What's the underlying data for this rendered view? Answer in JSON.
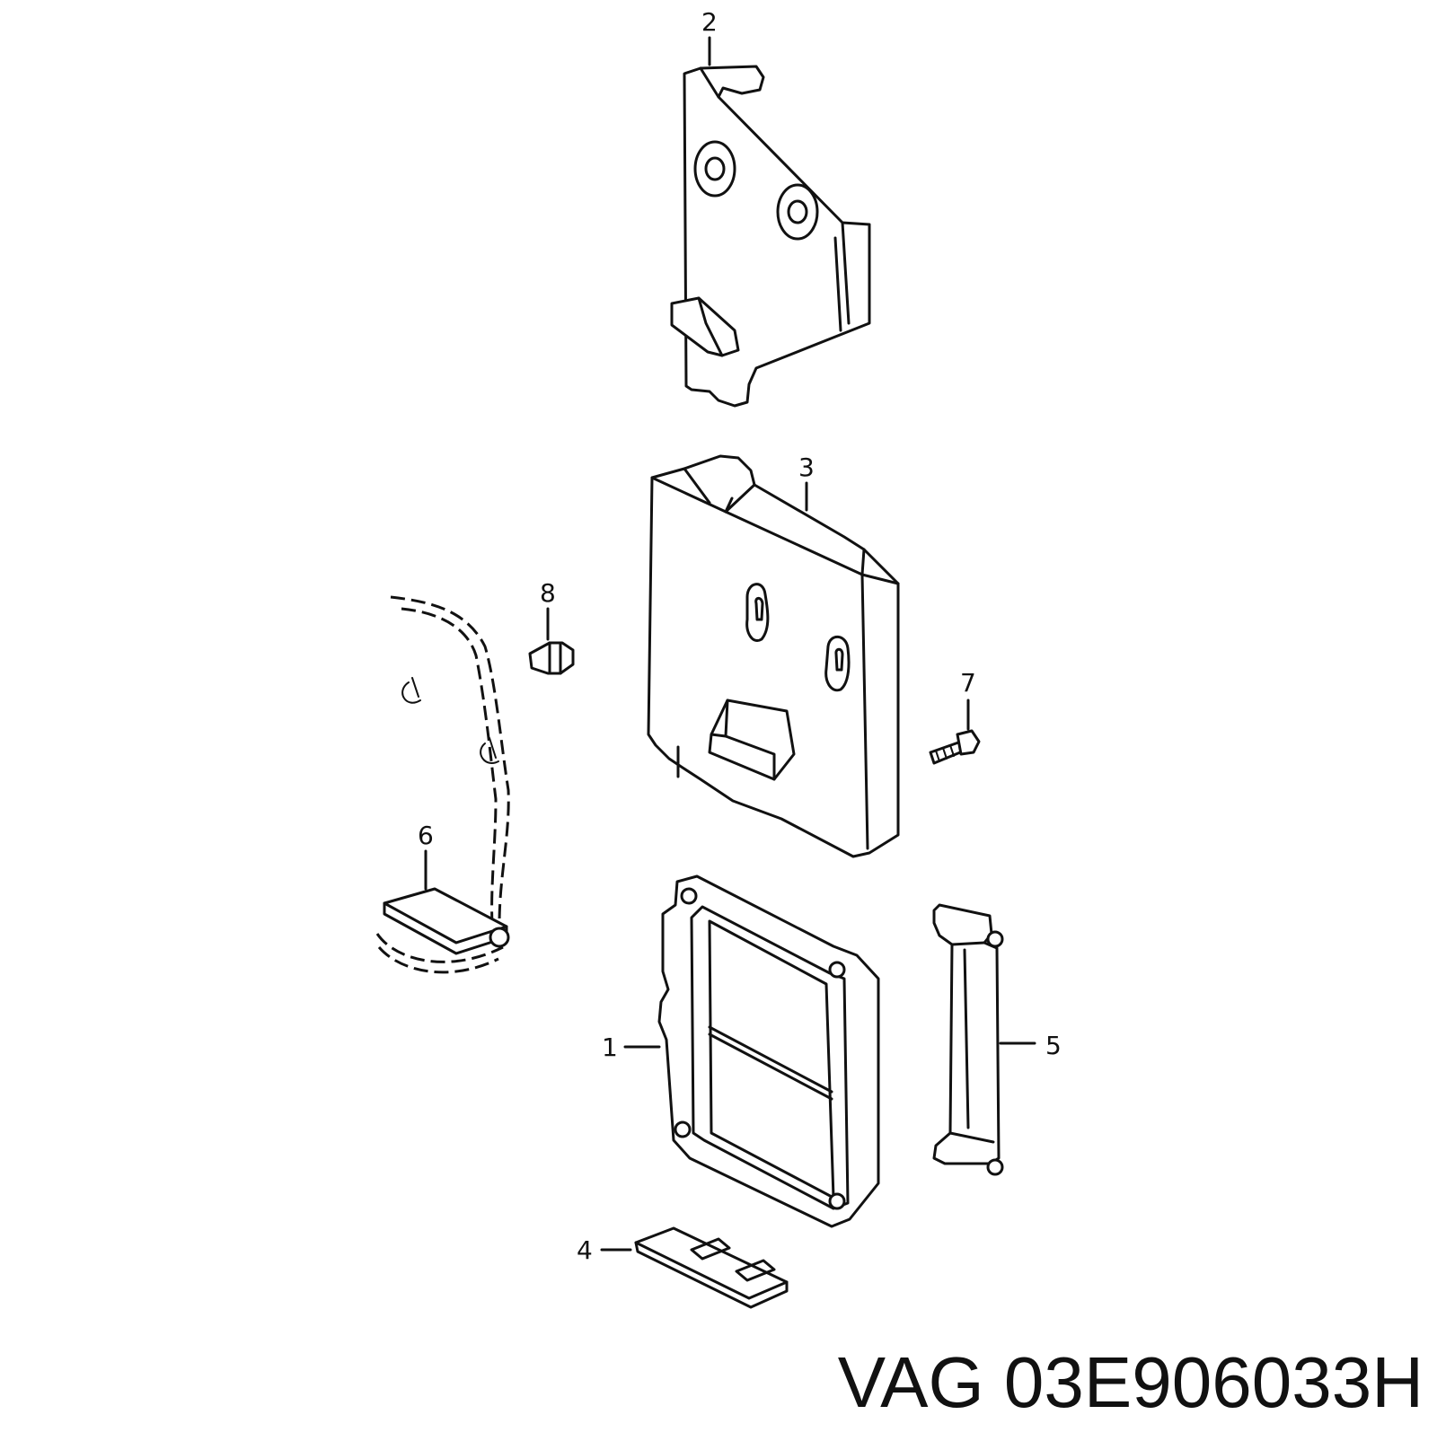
{
  "diagram": {
    "callouts": [
      "1",
      "2",
      "3",
      "4",
      "5",
      "6",
      "7",
      "8"
    ],
    "caption": "VAG 03E906033H",
    "colors": {
      "ink": "#111111",
      "background": "#ffffff"
    }
  }
}
